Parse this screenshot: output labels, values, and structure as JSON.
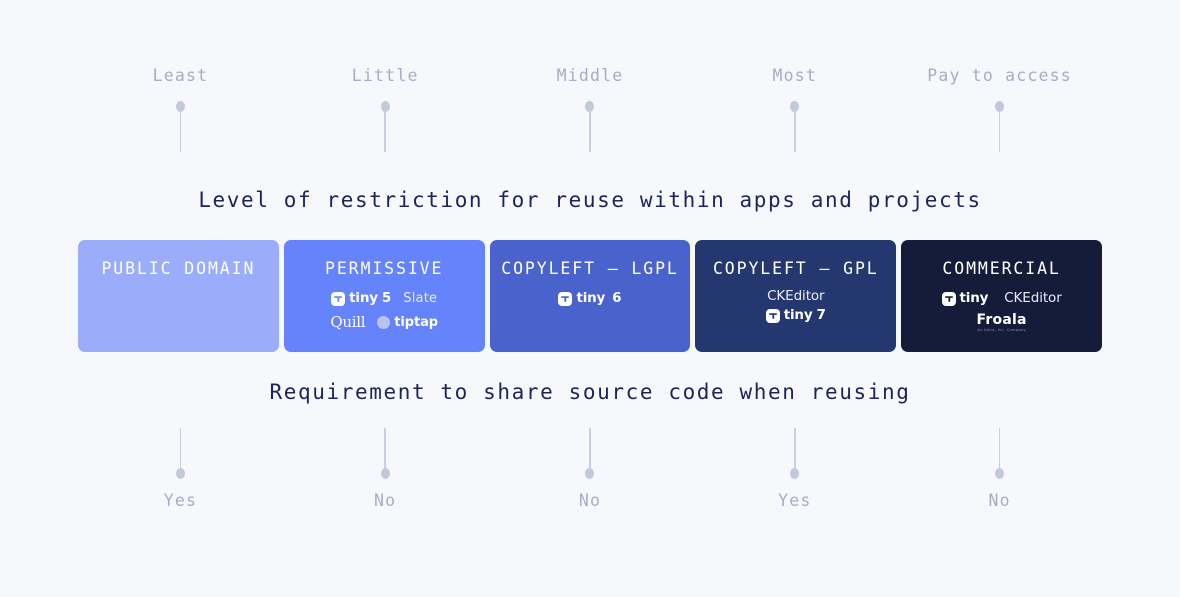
{
  "theme": {
    "background": "#f7f8fc",
    "heading_color": "#1d2555",
    "muted_color": "#a7adc4",
    "pin_color": "#c9cfe1"
  },
  "top_scale": {
    "labels": [
      "Least",
      "Little",
      "Middle",
      "Most",
      "Pay to access"
    ]
  },
  "captions": {
    "top": "Level of restriction for reuse within apps and projects",
    "bottom": "Requirement to share source code when reusing"
  },
  "bottom_scale": {
    "labels": [
      "Yes",
      "No",
      "No",
      "Yes",
      "No"
    ]
  },
  "cards": [
    {
      "title": "PUBLIC DOMAIN",
      "color": "#9aacfa",
      "logo_rows": []
    },
    {
      "title": "PERMISSIVE",
      "color": "#6583fa",
      "logo_rows": [
        [
          "tiny5",
          "Slate"
        ],
        [
          "Quill",
          "tiptap"
        ]
      ]
    },
    {
      "title": "COPYLEFT — LGPL",
      "color": "#4a62cc",
      "logo_rows": [
        [
          "tiny 6"
        ]
      ]
    },
    {
      "title": "COPYLEFT — GPL",
      "color": "#25376f",
      "logo_rows": [
        [
          "CKEditor"
        ],
        [
          "tiny7"
        ]
      ]
    },
    {
      "title": "COMMERCIAL",
      "color": "#141c3a",
      "logo_rows": [
        [
          "tiny",
          "CKEditor"
        ],
        [
          "Froala"
        ]
      ]
    }
  ],
  "logos": {
    "tiny_word": "tiny",
    "tiny5_num": "5",
    "tiny6_num": "6",
    "tiny7_num": "7",
    "slate": "Slate",
    "quill": "Quill",
    "tiptap": "tiptap",
    "ckeditor": "CKEditor",
    "froala": "Froala",
    "froala_sub": "An Idera, Inc. Company"
  }
}
